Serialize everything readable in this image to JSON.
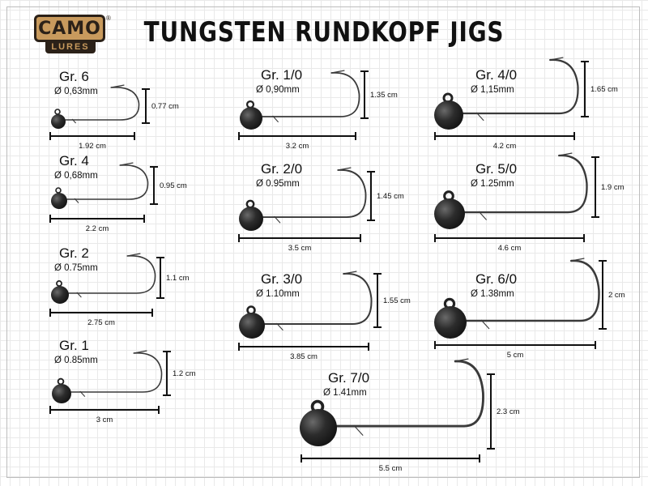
{
  "brand": {
    "name": "CAMO",
    "sub": "LURES",
    "mark": "®"
  },
  "title": "TUNGSTEN RUNDKOPF JIGS",
  "jigs": [
    {
      "size": "Gr. 6",
      "diameter": "Ø 0,63mm",
      "length": "1.92 cm",
      "height": "0.77 cm"
    },
    {
      "size": "Gr. 4",
      "diameter": "Ø 0,68mm",
      "length": "2.2 cm",
      "height": "0.95 cm"
    },
    {
      "size": "Gr. 2",
      "diameter": "Ø 0.75mm",
      "length": "2.75 cm",
      "height": "1.1 cm"
    },
    {
      "size": "Gr. 1",
      "diameter": "Ø 0.85mm",
      "length": "3 cm",
      "height": "1.2 cm"
    },
    {
      "size": "Gr. 1/0",
      "diameter": "Ø 0,90mm",
      "length": "3.2 cm",
      "height": "1.35 cm"
    },
    {
      "size": "Gr. 2/0",
      "diameter": "Ø 0.95mm",
      "length": "3.5 cm",
      "height": "1.45 cm"
    },
    {
      "size": "Gr. 3/0",
      "diameter": "Ø 1.10mm",
      "length": "3.85 cm",
      "height": "1.55 cm"
    },
    {
      "size": "Gr. 4/0",
      "diameter": "Ø 1,15mm",
      "length": "4.2 cm",
      "height": "1.65 cm"
    },
    {
      "size": "Gr. 5/0",
      "diameter": "Ø 1.25mm",
      "length": "4.6 cm",
      "height": "1.9 cm"
    },
    {
      "size": "Gr. 6/0",
      "diameter": "Ø 1.38mm",
      "length": "5 cm",
      "height": "2 cm"
    },
    {
      "size": "Gr. 7/0",
      "diameter": "Ø 1.41mm",
      "length": "5.5 cm",
      "height": "2.3 cm"
    }
  ]
}
